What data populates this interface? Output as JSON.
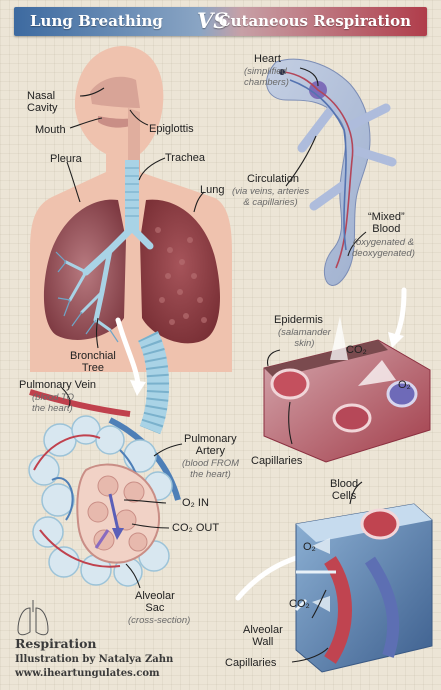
{
  "banner": {
    "left": "Lung Breathing",
    "vs": "VS",
    "right": "Cutaneous Respiration"
  },
  "labels": {
    "nasal_cavity": "Nasal\nCavity",
    "mouth": "Mouth",
    "epiglottis": "Epiglottis",
    "trachea": "Trachea",
    "pleura": "Pleura",
    "lung": "Lung",
    "bronchial_tree": "Bronchial\nTree",
    "pulmonary_vein": "Pulmonary Vein",
    "pulmonary_vein_sub": "(blood TO\nthe heart)",
    "pulmonary_artery": "Pulmonary\nArtery",
    "pulmonary_artery_sub": "(blood FROM\nthe heart)",
    "o2_in": "O₂ IN",
    "co2_out": "CO₂ OUT",
    "alveolar_sac": "Alveolar\nSac",
    "alveolar_sac_sub": "(cross-section)",
    "heart": "Heart",
    "heart_sub": "(simplified\nchambers)",
    "circulation": "Circulation",
    "circulation_sub": "(via veins, arteries\n& capillaries)",
    "mixed_blood": "“Mixed”\nBlood",
    "mixed_blood_sub": "(oxygenated &\ndeoxygenated)",
    "epidermis": "Epidermis",
    "epidermis_sub": "(salamander\nskin)",
    "co2_top": "CO₂",
    "o2_top": "O₂",
    "capillaries_top": "Capillaries",
    "blood_cells": "Blood\nCells",
    "o2_bottom": "O₂",
    "co2_bottom": "CO₂",
    "alveolar_wall": "Alveolar\nWall",
    "capillaries_bottom": "Capillaries"
  },
  "credits": {
    "title": "Respiration",
    "illustrator": "Illustration by Natalya Zahn",
    "website": "www.iheartungulates.com"
  },
  "colors": {
    "blue": "#3d6aa0",
    "red": "#b03d4b",
    "skin": "#efc2ae",
    "lung": "#8e3f44",
    "airway": "#a9d3e6"
  }
}
